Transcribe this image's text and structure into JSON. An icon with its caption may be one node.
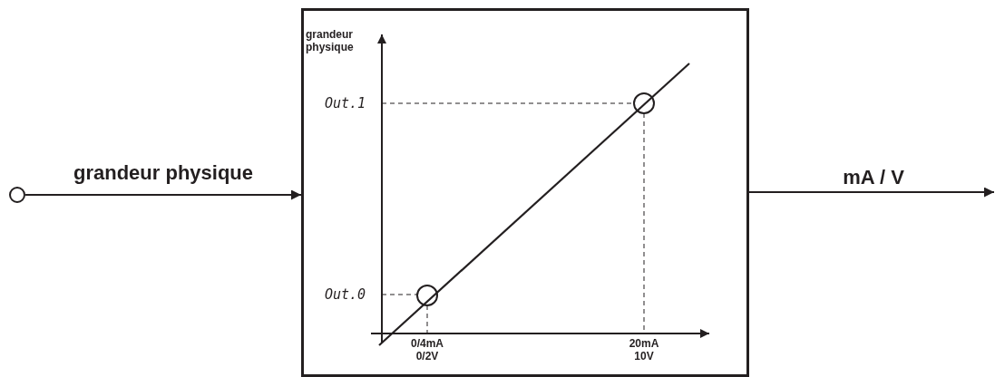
{
  "diagram": {
    "nodes": [
      {
        "text": [],
        "shape": "circle"
      },
      {
        "text": [],
        "shape": "box"
      }
    ],
    "edges": [
      {
        "from": 0,
        "to": 1,
        "arrow": "to",
        "label": "grandeur physique"
      },
      {
        "from": 1,
        "to": null,
        "arrow": "to",
        "label": "mA / V"
      }
    ],
    "labels": [
      "grandeur physique",
      "Out.1",
      "Out.0",
      "0/4mA 0/2V",
      "20mA 10V"
    ]
  }
}
